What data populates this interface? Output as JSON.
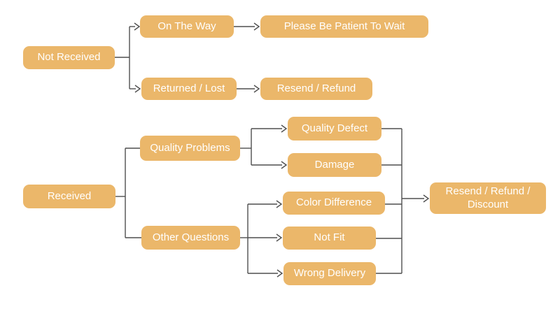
{
  "diagram": {
    "title": "after-sales flowchart",
    "colors": {
      "node_fill": "#ebb76a",
      "node_text": "#ffffff",
      "line_color": "#4f4f4f",
      "bg": "#ffffff"
    },
    "nodes": {
      "not_received": {
        "label": "Not Received"
      },
      "on_the_way": {
        "label": "On The Way"
      },
      "please_wait": {
        "label": "Please Be Patient To Wait"
      },
      "returned_lost": {
        "label": "Returned / Lost"
      },
      "resend_refund": {
        "label": "Resend / Refund"
      },
      "received": {
        "label": "Received"
      },
      "quality_problems": {
        "label": "Quality Problems"
      },
      "other_questions": {
        "label": "Other Questions"
      },
      "quality_defect": {
        "label": "Quality Defect"
      },
      "damage": {
        "label": "Damage"
      },
      "color_difference": {
        "label": "Color Difference"
      },
      "not_fit": {
        "label": "Not Fit"
      },
      "wrong_delivery": {
        "label": "Wrong Delivery"
      },
      "resend_refund_discount": {
        "label": "Resend / Refund / Discount"
      }
    },
    "edges": [
      {
        "from": "not_received",
        "to": "on_the_way",
        "arrow": true
      },
      {
        "from": "not_received",
        "to": "returned_lost",
        "arrow": true
      },
      {
        "from": "on_the_way",
        "to": "please_wait",
        "arrow": true
      },
      {
        "from": "returned_lost",
        "to": "resend_refund",
        "arrow": true
      },
      {
        "from": "received",
        "to": "quality_problems",
        "arrow": false
      },
      {
        "from": "received",
        "to": "other_questions",
        "arrow": false
      },
      {
        "from": "quality_problems",
        "to": "quality_defect",
        "arrow": true
      },
      {
        "from": "quality_problems",
        "to": "damage",
        "arrow": true
      },
      {
        "from": "other_questions",
        "to": "color_difference",
        "arrow": true
      },
      {
        "from": "other_questions",
        "to": "not_fit",
        "arrow": true
      },
      {
        "from": "other_questions",
        "to": "wrong_delivery",
        "arrow": true
      },
      {
        "from": "quality_defect",
        "to": "resend_refund_discount",
        "arrow": true
      },
      {
        "from": "damage",
        "to": "resend_refund_discount",
        "arrow": true
      },
      {
        "from": "color_difference",
        "to": "resend_refund_discount",
        "arrow": true
      },
      {
        "from": "not_fit",
        "to": "resend_refund_discount",
        "arrow": true
      },
      {
        "from": "wrong_delivery",
        "to": "resend_refund_discount",
        "arrow": true
      }
    ]
  }
}
